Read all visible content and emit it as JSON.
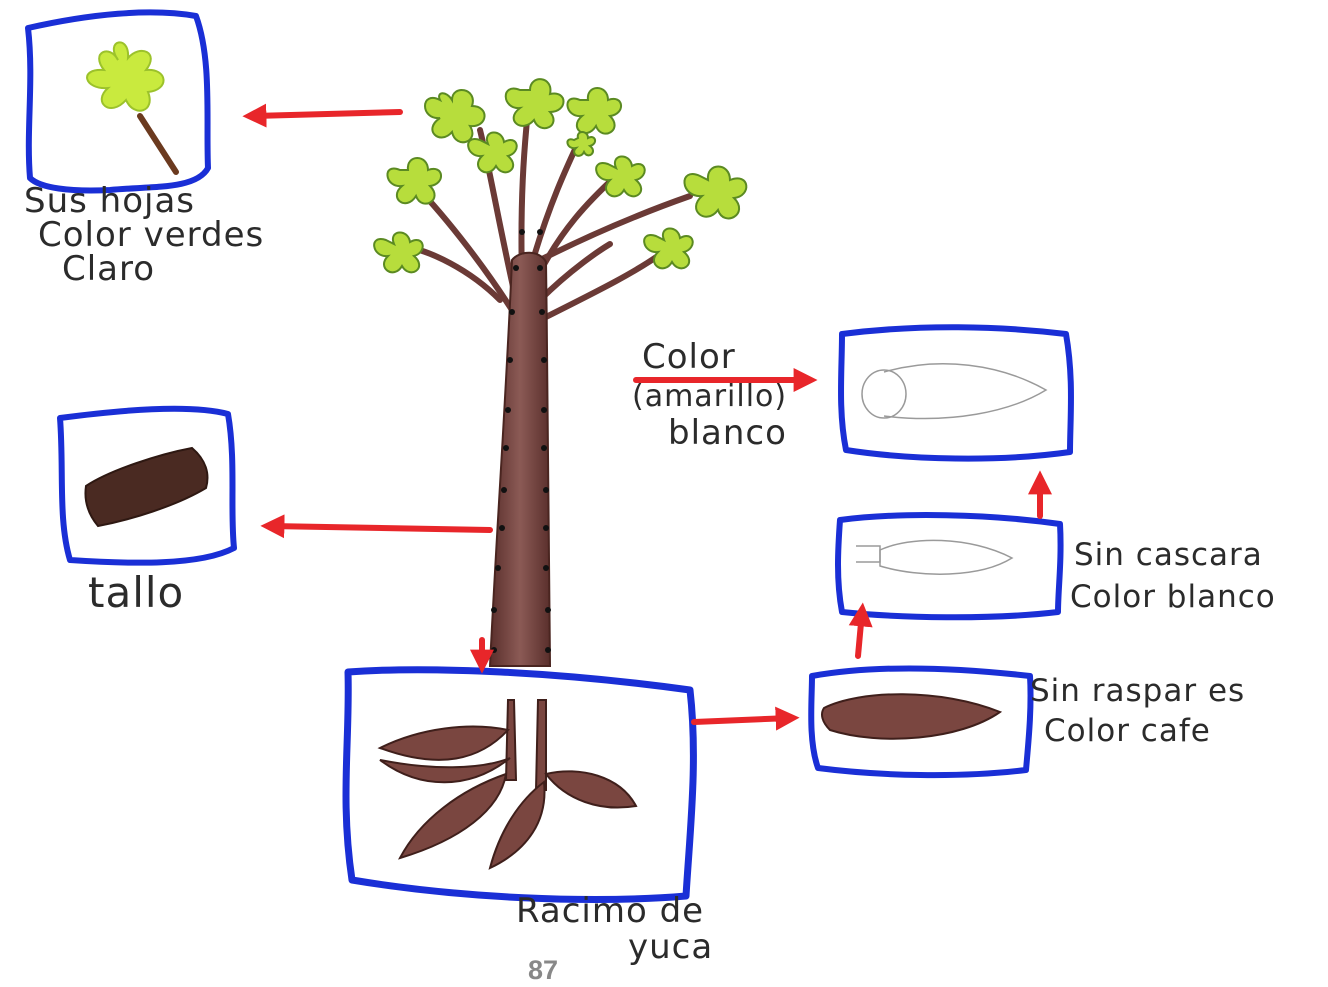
{
  "labels": {
    "hojas": [
      "Sus hojas",
      "Color verdes",
      "Claro"
    ],
    "tallo": "tallo",
    "color_centro": [
      "Color",
      "(amarillo)",
      "blanco"
    ],
    "sin_cascara": [
      "Sin cascara",
      "Color blanco"
    ],
    "sin_raspar": [
      "Sin raspar es",
      "Color cafe"
    ],
    "racimo": [
      "Racimo de",
      "yuca"
    ]
  },
  "page_number": "87",
  "colors": {
    "box_border": "#1a2fd6",
    "arrow": "#e8262a",
    "trunk": "#6b3a36",
    "leaf": "#b7dd3c",
    "leaf_dark": "#6aa32c",
    "root": "#7a4640",
    "ink": "#2b2b2b"
  }
}
